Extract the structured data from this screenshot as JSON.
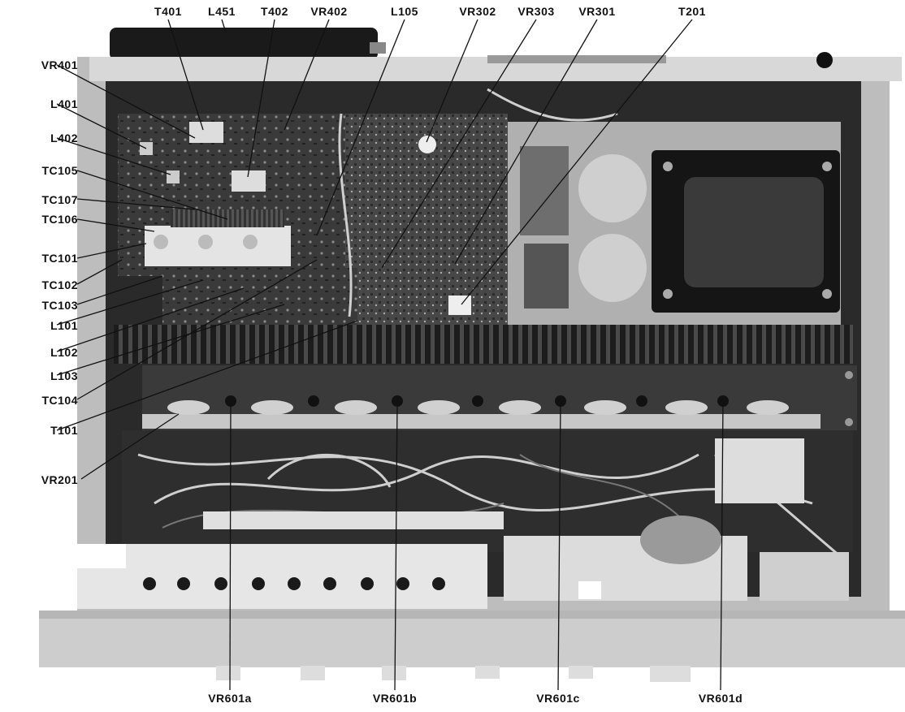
{
  "top_labels": [
    "T401",
    "L451",
    "T402",
    "VR402",
    "L105",
    "VR302",
    "VR303",
    "VR301",
    "T201"
  ],
  "left_labels": [
    "VR401",
    "L401",
    "L402",
    "TC105",
    "TC107",
    "TC106",
    "TC101",
    "TC102",
    "TC103",
    "L101",
    "L102",
    "L103",
    "TC104",
    "T101",
    "VR201"
  ],
  "bottom_labels": [
    "VR601a",
    "VR601b",
    "VR601c",
    "VR601d"
  ]
}
